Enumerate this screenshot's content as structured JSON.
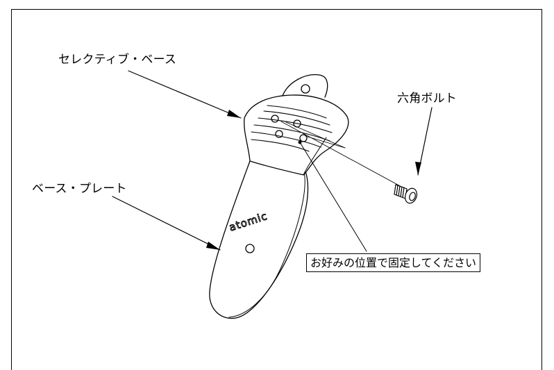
{
  "labels": {
    "selective_base": "セレクティブ・ベース",
    "hex_bolt": "六角ボルト",
    "base_plate": "ベース・プレート",
    "callout": "お好みの位置で固定してください"
  },
  "logo_text": "atomic",
  "colors": {
    "line": "#000000",
    "fill": "#ffffff"
  }
}
